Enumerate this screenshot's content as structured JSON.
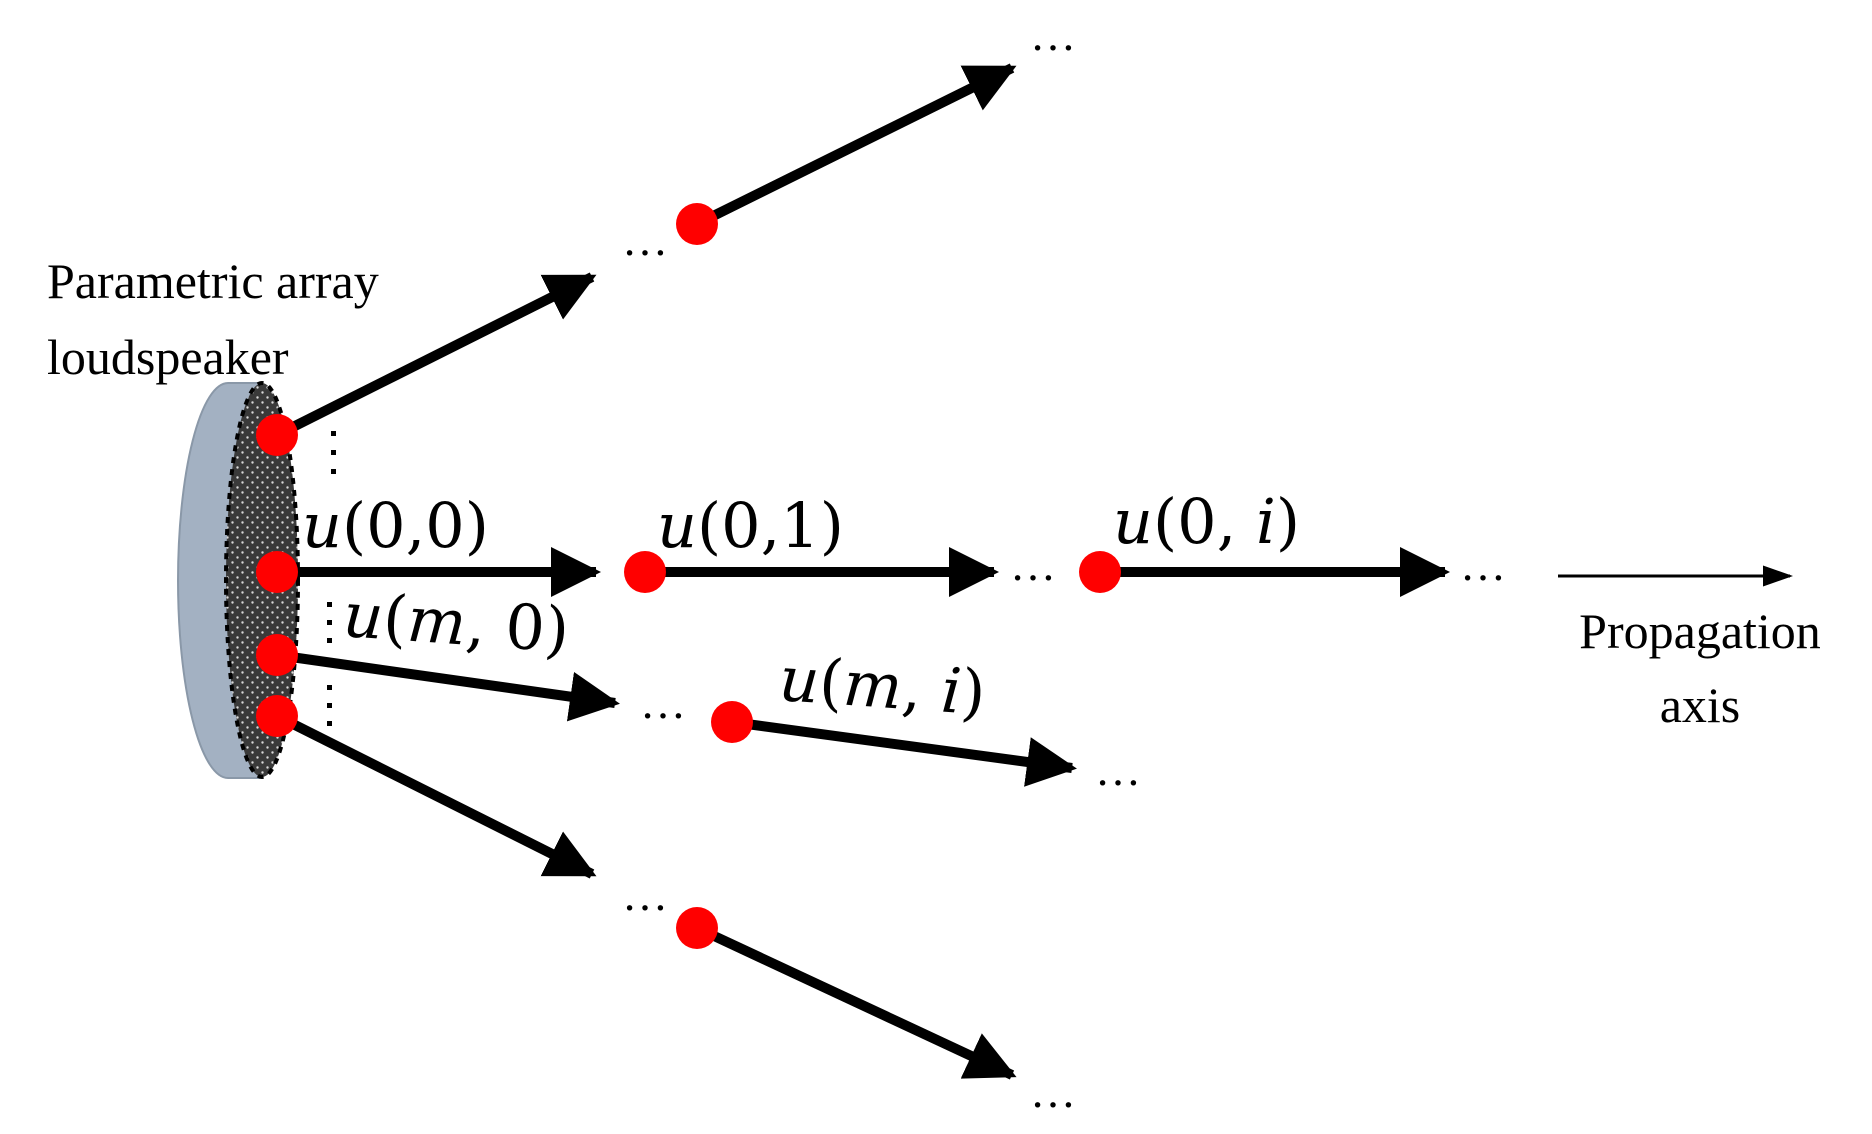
{
  "labels": {
    "loudspeaker_line1": "Parametric array",
    "loudspeaker_line2": "loudspeaker",
    "axis_line1": "Propagation",
    "axis_line2": "axis"
  },
  "math": {
    "u00": {
      "fn": "u",
      "open": "(",
      "args": "0,0",
      "close": ")"
    },
    "u01": {
      "fn": "u",
      "open": "(",
      "args": "0,1",
      "close": ")"
    },
    "u0i": {
      "fn": "u",
      "open": "(",
      "a1": "0, ",
      "a2": "i",
      "close": ")"
    },
    "um0": {
      "fn": "u",
      "open": "(",
      "a1": "m",
      "a2": ", 0",
      "close": ")"
    },
    "umi": {
      "fn": "u",
      "open": "(",
      "a1": "m",
      "a2": ", ",
      "a3": "i",
      "close": ")"
    }
  },
  "ellipsis": "…",
  "colors": {
    "node": "#ff0000",
    "arrow": "#000000",
    "speaker_body": "#a3b1c2",
    "speaker_face": "#3a3a3a"
  }
}
